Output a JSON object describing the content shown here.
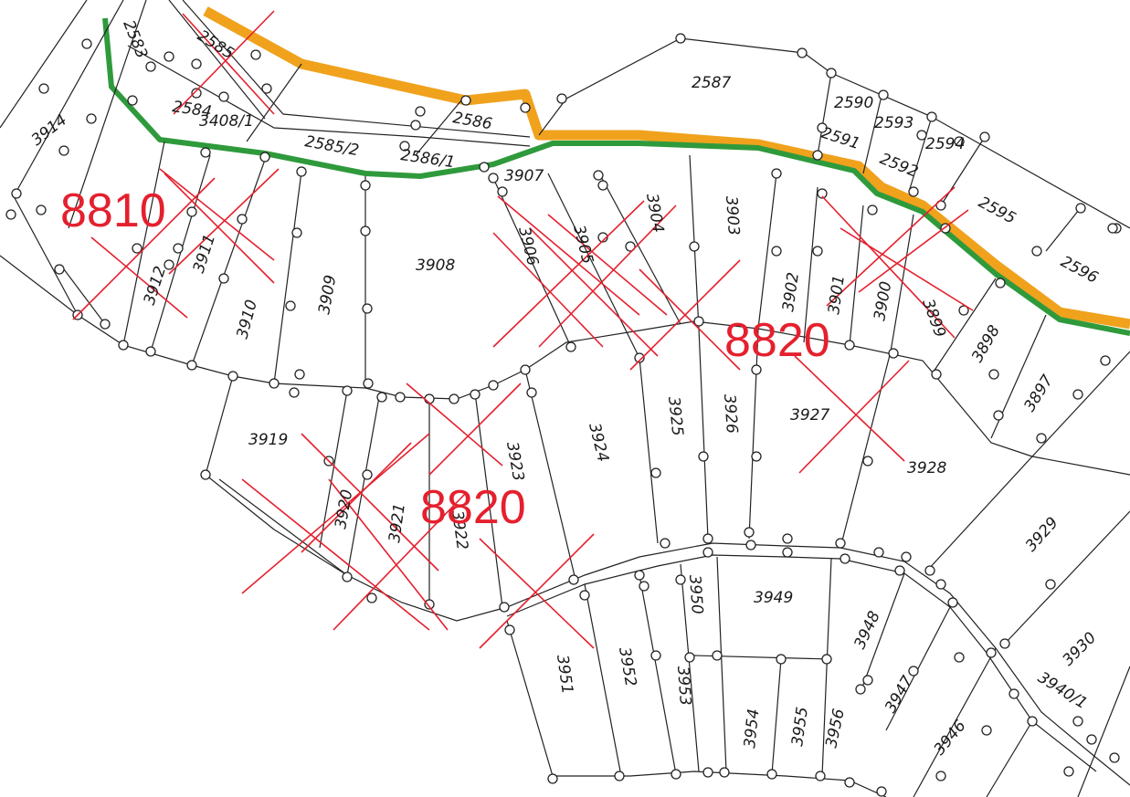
{
  "map": {
    "parcels": [
      "2583",
      "2585",
      "2584",
      "3408/1",
      "2585/2",
      "2586",
      "2586/1",
      "2587",
      "2590",
      "2593",
      "2591",
      "2594",
      "2592",
      "2595",
      "2596",
      "3914",
      "3912",
      "3911",
      "3910",
      "3909",
      "3908",
      "3907",
      "3906",
      "3905",
      "3904",
      "3903",
      "3902",
      "3901",
      "3900",
      "3899",
      "3898",
      "3897",
      "3919",
      "3920",
      "3921",
      "3922",
      "3923",
      "3924",
      "3925",
      "3926",
      "3927",
      "3928",
      "3929",
      "3949",
      "3950",
      "3948",
      "3951",
      "3952",
      "3953",
      "3947",
      "3930",
      "3946",
      "3940/1",
      "3954",
      "3955",
      "3956"
    ],
    "zones": [
      "8810",
      "8820",
      "8820"
    ],
    "colors": {
      "parcel_line": "#222222",
      "cancel_mark": "#e5202e",
      "boundary_orange": "#f0a21d",
      "boundary_green": "#2f9a3c",
      "background": "#ffffff"
    }
  }
}
